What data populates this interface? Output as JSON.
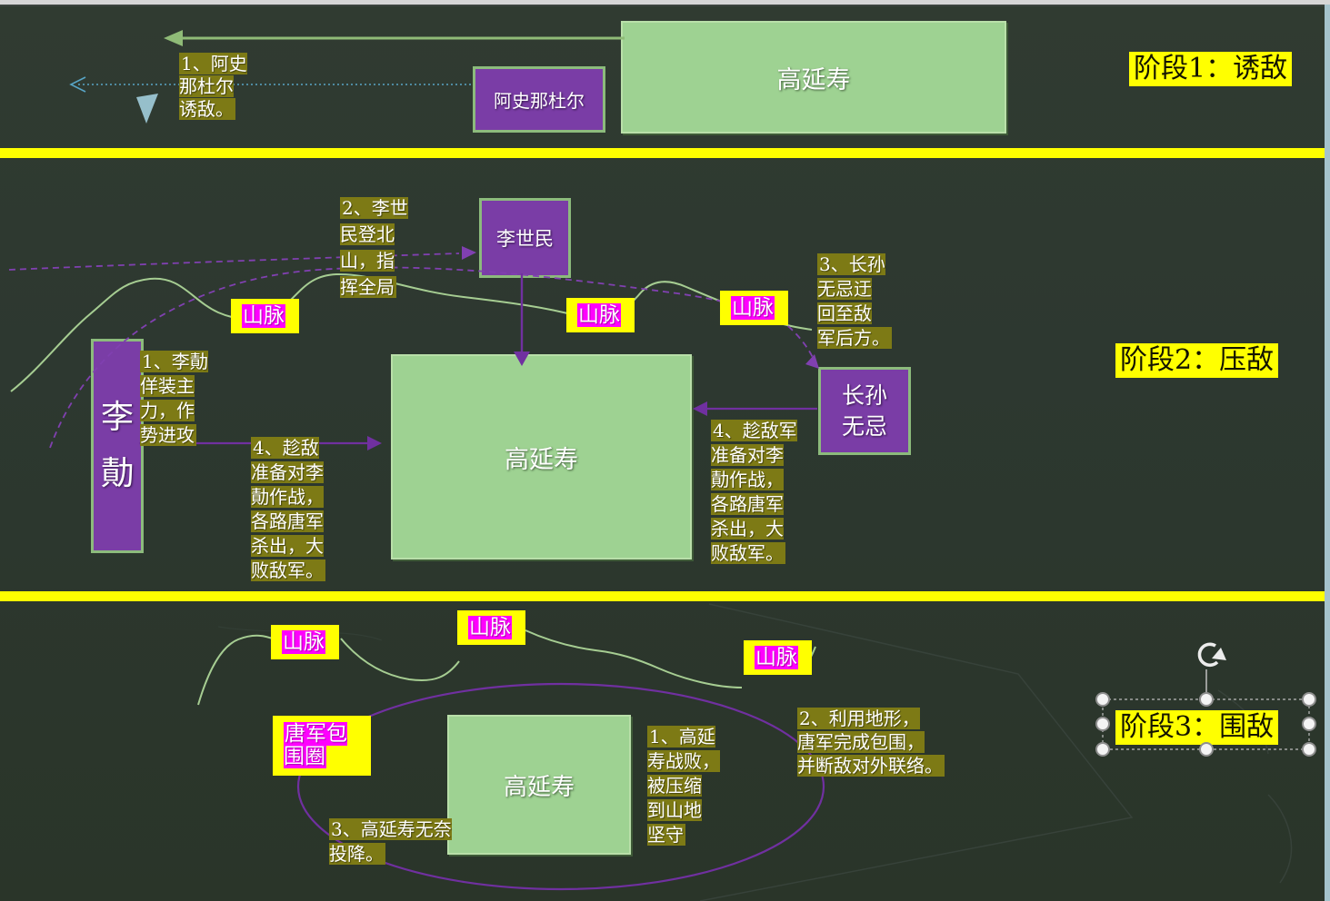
{
  "palette": {
    "background": "#2d3830",
    "divider_yellow": "#ffff00",
    "note_olive": "#7d7a15",
    "label_yellow": "#ffff00",
    "label_magenta": "#ff00ff",
    "shape_purple": "#7a3da6",
    "shape_green": "#9ed292",
    "shape_border_green": "#8cbb7c",
    "arrow_purple": "#7030a0",
    "arrow_green": "#8fbb77",
    "arrow_blue_dotted": "#58a5c6",
    "mountain_line_green": "#a6cd92",
    "text_white": "#ffffff"
  },
  "stage1": {
    "label": "阶段1：诱敌",
    "gao_box": "高延寿",
    "ashina_box": "阿史那杜尔",
    "note1": "1、阿史\n那杜尔\n诱敌。"
  },
  "stage2": {
    "label": "阶段2：压敌",
    "li_shimin_box": "李世民",
    "li_ji_box": "李\n勣",
    "gao_box": "高延寿",
    "zhangsun_box": "长孙\n无忌",
    "mountain_label": "山脉",
    "note1": "1、李勣\n佯装主\n力，作\n势进攻",
    "note2": "2、李世\n民登北\n山，指\n挥全局",
    "note3": "3、长孙\n无忌迂\n回至敌\n军后方。",
    "note4_left": "4、趁敌\n准备对李\n勣作战，\n各路唐军\n杀出，大\n败敌军。",
    "note4_right": "4、趁敌军\n准备对李\n勣作战，\n各路唐军\n杀出，大\n败敌军。"
  },
  "stage3": {
    "label": "阶段3：围敌",
    "gao_box": "高延寿",
    "mountain_label": "山脉",
    "encircle_label": "唐军包\n围圈",
    "note1": "1、高延\n寿战败，\n被压缩\n到山地\n坚守",
    "note2": "2、利用地形，\n唐军完成包围，\n并断敌对外联络。",
    "note3": "3、高延寿无奈\n投降。"
  }
}
